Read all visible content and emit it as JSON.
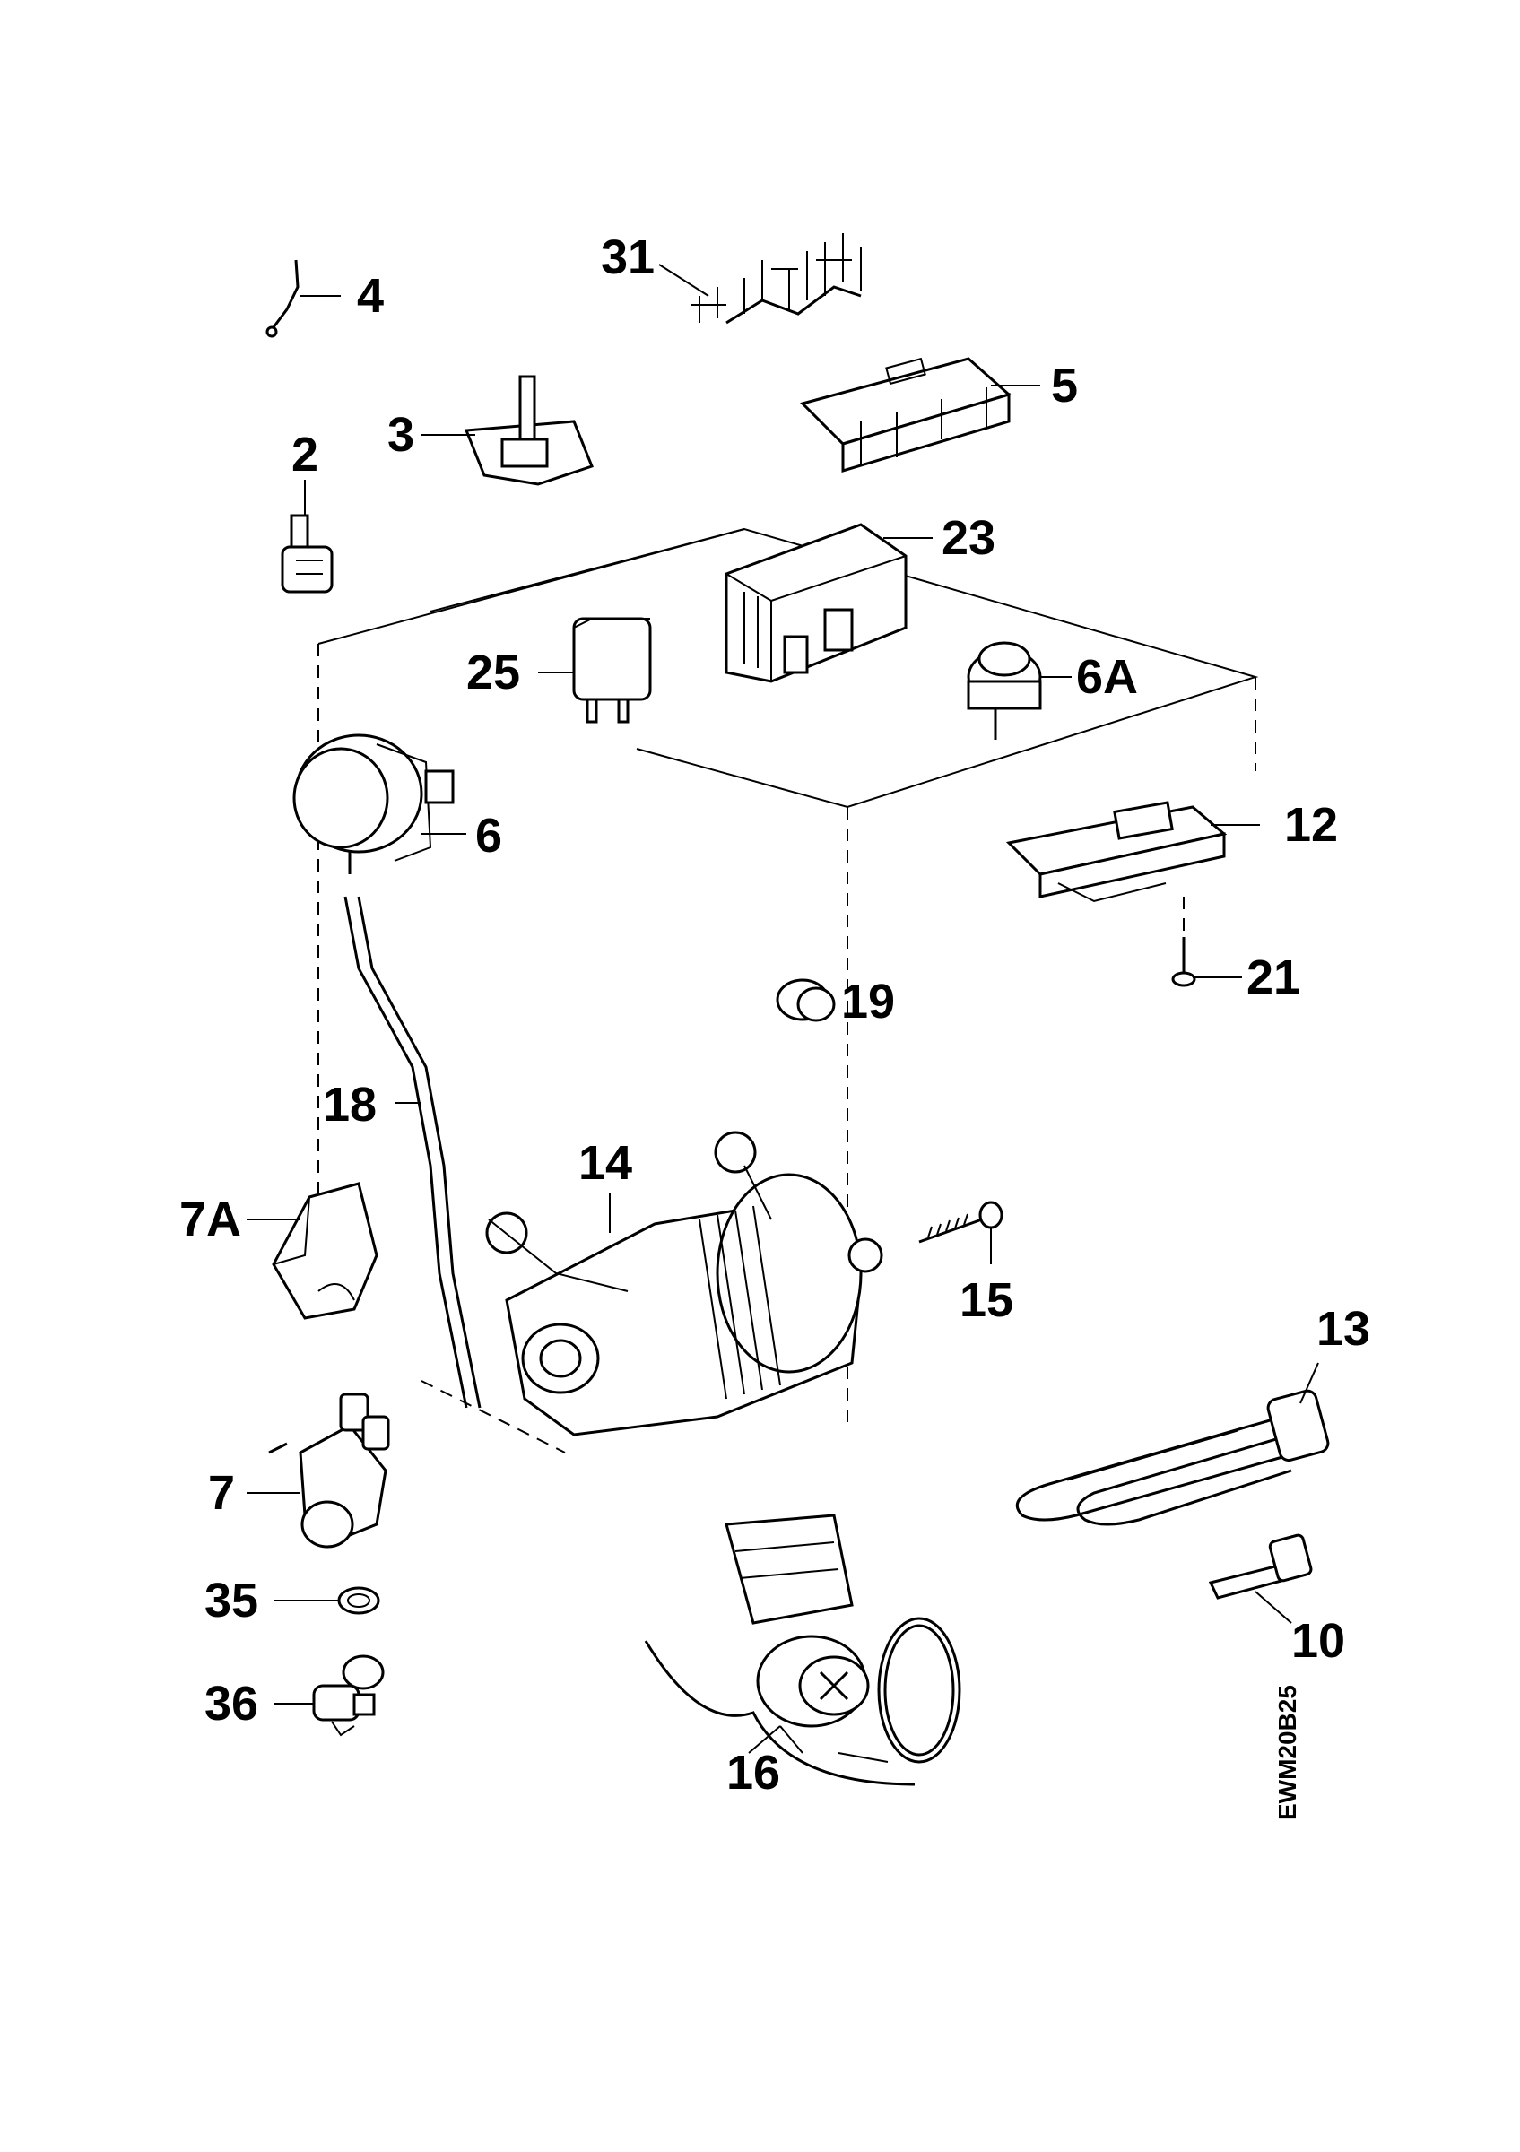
{
  "labels": {
    "p2": "2",
    "p3": "3",
    "p4": "4",
    "p5": "5",
    "p6": "6",
    "p6a": "6A",
    "p7": "7",
    "p7a": "7A",
    "p10": "10",
    "p12": "12",
    "p13": "13",
    "p14": "14",
    "p15": "15",
    "p16": "16",
    "p18": "18",
    "p19": "19",
    "p21": "21",
    "p23": "23",
    "p25": "25",
    "p31": "31",
    "p35": "35",
    "p36": "36"
  },
  "drawing_code": "EWM20B25"
}
